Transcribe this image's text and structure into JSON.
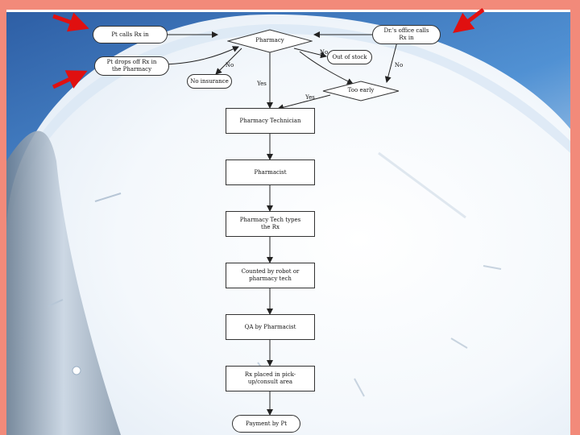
{
  "nodes": {
    "pt_calls": "Pt calls Rx in",
    "dr_office": "Dr.'s office calls Rx in",
    "pharmacy": "Pharmacy",
    "pt_drops": "Pt drops off Rx in the Pharmacy",
    "no_insurance": "No insurance",
    "out_of_stock": "Out of stock",
    "too_early": "Too early",
    "pharmacy_tech": "Pharmacy Technician",
    "pharmacist": "Pharmacist",
    "tech_types": "Pharmacy Tech types the Rx",
    "counted": "Counted by robot or pharmacy tech",
    "qa": "QA by Pharmacist",
    "placed": "Rx placed in pick-up/consult area",
    "payment": "Payment by Pt"
  },
  "edge_labels": {
    "no_insurance_branch": "No",
    "out_of_stock_branch": "No",
    "too_early_branch": "No",
    "pharmacy_yes": "Yes",
    "too_early_yes": "Yes"
  },
  "colors": {
    "frame": "#f28a7a",
    "arrow_red": "#e01010",
    "bg_blue": "#2f6fb8"
  }
}
